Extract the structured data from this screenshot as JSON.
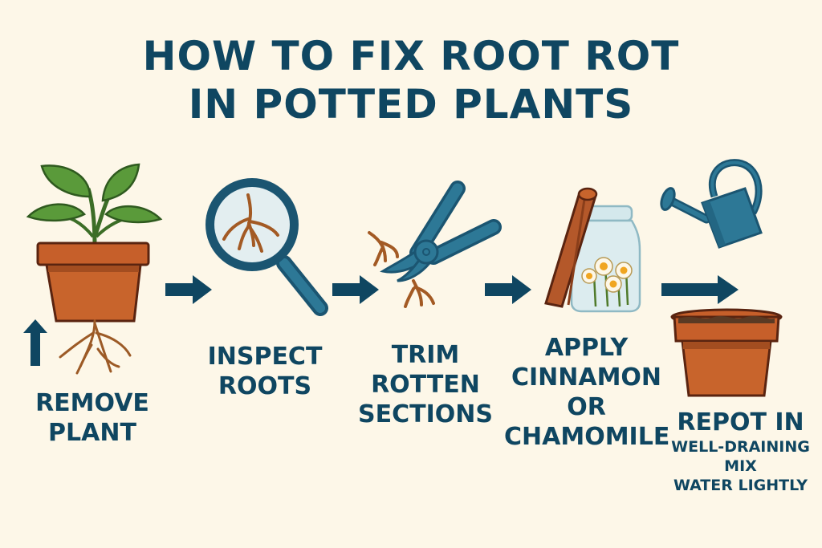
{
  "title": {
    "line1": "HOW TO FIX ROOT ROT",
    "line2": "IN POTTED PLANTS"
  },
  "steps": [
    {
      "id": "remove",
      "lines": [
        "REMOVE",
        "PLANT"
      ],
      "icon": "plant-pot-with-roots-icon"
    },
    {
      "id": "inspect",
      "lines": [
        "INSPECT",
        "ROOTS"
      ],
      "icon": "magnifying-glass-roots-icon"
    },
    {
      "id": "trim",
      "lines": [
        "TRIM",
        "ROTTEN",
        "SECTIONS"
      ],
      "icon": "pruning-shears-icon"
    },
    {
      "id": "apply",
      "lines": [
        "APPLY",
        "CINNAMON",
        "OR",
        "CHAMOMILE"
      ],
      "icon": "cinnamon-chamomile-jar-icon"
    },
    {
      "id": "repot",
      "lines": [
        "REPOT IN"
      ],
      "sublines": [
        "WELL-DRAINING",
        "MIX",
        "WATER LIGHTLY"
      ],
      "icon": "watering-can-and-pot-icon"
    }
  ],
  "colors": {
    "background": "#fdf7e8",
    "text": "#0f4661",
    "arrow": "#0f4661",
    "pot": "#c65f2a",
    "leaf": "#4f8a33",
    "root": "#a0582a",
    "tool": "#2a6f8a"
  }
}
